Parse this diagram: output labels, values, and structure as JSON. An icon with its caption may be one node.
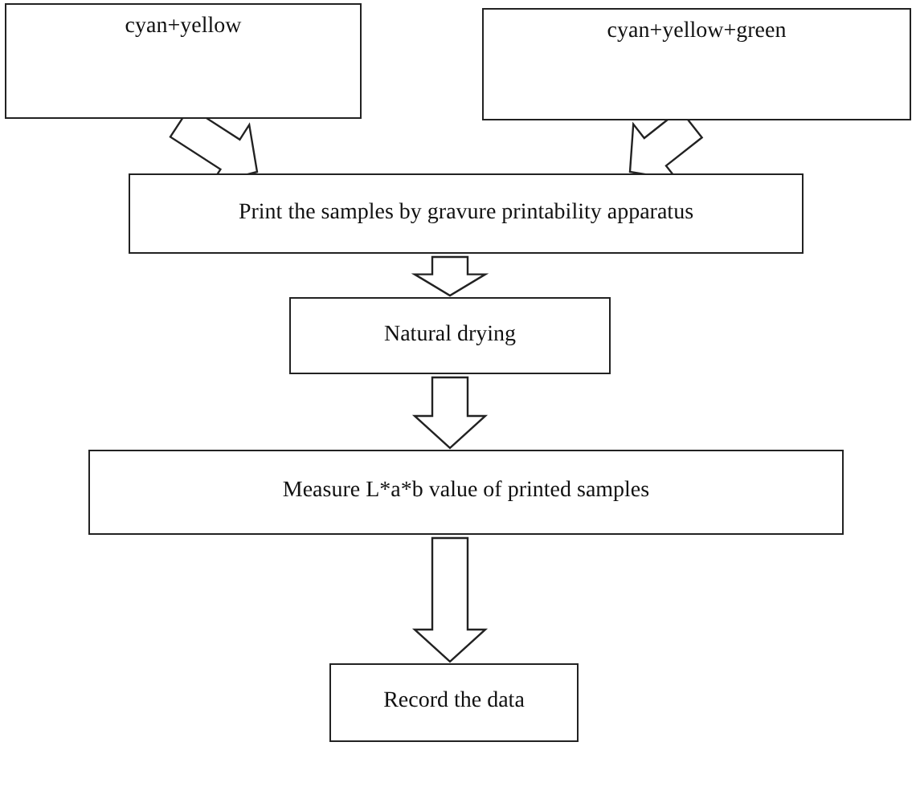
{
  "diagram": {
    "nodes": [
      {
        "text": [
          "cyan+yellow"
        ]
      },
      {
        "text": [
          "cyan+yellow+green"
        ]
      },
      {
        "text": [
          "Print the samples by gravure printability apparatus"
        ]
      },
      {
        "text": [
          "Natural drying"
        ]
      },
      {
        "text": [
          "Measure L*a*b value of printed samples"
        ]
      },
      {
        "text": [
          "Record the data"
        ]
      }
    ],
    "edges": [
      {
        "from": 0,
        "to": 2,
        "arrow": "to"
      },
      {
        "from": 1,
        "to": 2,
        "arrow": "to"
      },
      {
        "from": 2,
        "to": 3,
        "arrow": "to"
      },
      {
        "from": 3,
        "to": 4,
        "arrow": "to"
      },
      {
        "from": 4,
        "to": 5,
        "arrow": "to"
      }
    ]
  }
}
